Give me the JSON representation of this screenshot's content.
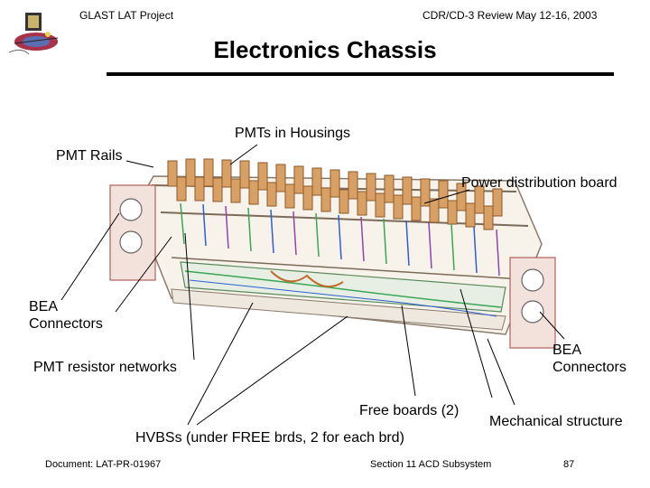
{
  "header": {
    "project": "GLAST LAT Project",
    "review": "CDR/CD-3 Review May 12-16, 2003"
  },
  "title": "Electronics Chassis",
  "callouts": {
    "pmts_housings": "PMTs in Housings",
    "pmt_rails": "PMT Rails",
    "power_board": "Power distribution board",
    "bea_left_1": "BEA",
    "bea_left_2": "Connectors",
    "pmt_resistor": "PMT resistor networks",
    "bea_right_1": "BEA",
    "bea_right_2": "Connectors",
    "free_boards": "Free boards (2)",
    "mechanical": "Mechanical structure",
    "hvbss": "HVBSs (under FREE brds, 2 for each brd)"
  },
  "footer": {
    "document": "Document:  LAT-PR-01967",
    "section": "Section 11 ACD Subsystem",
    "page": "87"
  },
  "colors": {
    "accent_red": "#c0392b",
    "pmt_tan": "#d9a066",
    "wire_green": "#3aa655",
    "wire_blue": "#2f5fd0",
    "wire_purple": "#8e44ad"
  },
  "icons": [
    "glast-logo-icon"
  ]
}
